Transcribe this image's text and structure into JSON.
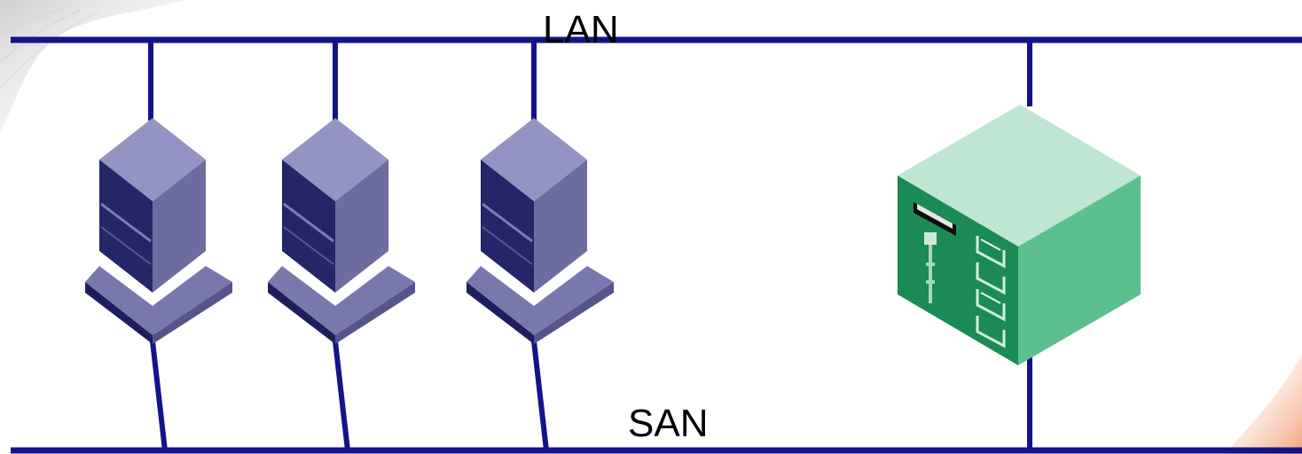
{
  "labels": {
    "lan": "LAN",
    "san": "SAN"
  },
  "colors": {
    "bus": "#14148a",
    "server_front": "#25256a",
    "server_side": "#6c6ca0",
    "server_top": "#9494c4",
    "storage_front": "#1c8a55",
    "storage_side": "#5cbf8e",
    "storage_top": "#bfe5d3",
    "background": "#ffffff"
  },
  "nodes": [
    {
      "id": "server-1",
      "icon": "server-tower-icon"
    },
    {
      "id": "server-2",
      "icon": "server-tower-icon"
    },
    {
      "id": "server-3",
      "icon": "server-tower-icon"
    },
    {
      "id": "storage-array",
      "icon": "storage-array-icon"
    }
  ]
}
